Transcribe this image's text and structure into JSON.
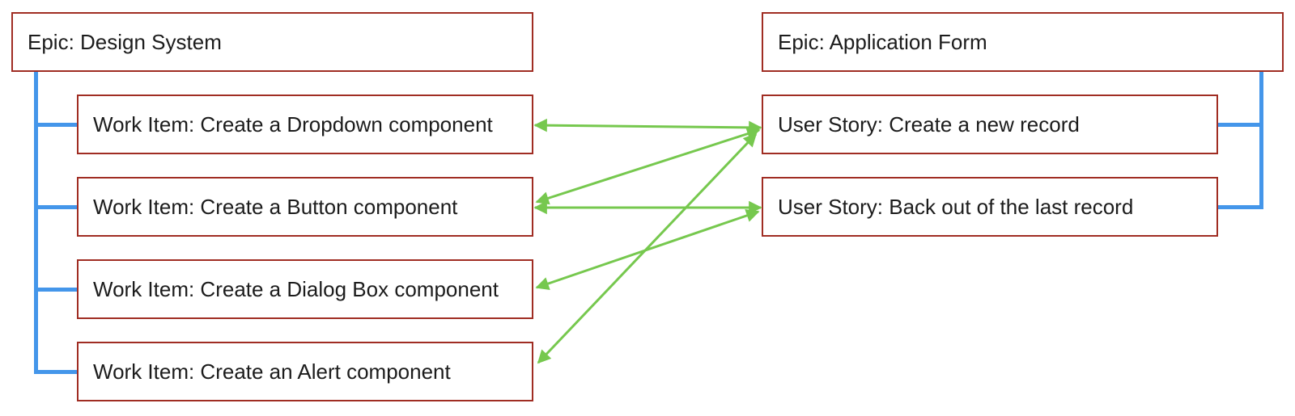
{
  "diagram": {
    "background": "#ffffff",
    "colors": {
      "box_border": "#a02d23",
      "hierarchy_connector": "#4496ea",
      "dependency_arrow": "#76c84e",
      "text": "#1c1c1c"
    },
    "left_epic": {
      "title": "Epic: Design System",
      "items": [
        {
          "label": "Work Item: Create a Dropdown component"
        },
        {
          "label": "Work Item: Create a Button component"
        },
        {
          "label": "Work Item: Create a Dialog Box component"
        },
        {
          "label": "Work Item: Create an Alert component"
        }
      ]
    },
    "right_epic": {
      "title": "Epic: Application Form",
      "items": [
        {
          "label": "User Story: Create a new record"
        },
        {
          "label": "User Story: Back out of the last record"
        }
      ]
    },
    "dependencies": [
      {
        "work_item": 0,
        "user_story": 0,
        "bidirectional": true
      },
      {
        "work_item": 1,
        "user_story": 0,
        "bidirectional": true
      },
      {
        "work_item": 1,
        "user_story": 1,
        "bidirectional": true
      },
      {
        "work_item": 2,
        "user_story": 1,
        "bidirectional": true
      },
      {
        "work_item": 3,
        "user_story": 0,
        "bidirectional": true
      }
    ]
  }
}
